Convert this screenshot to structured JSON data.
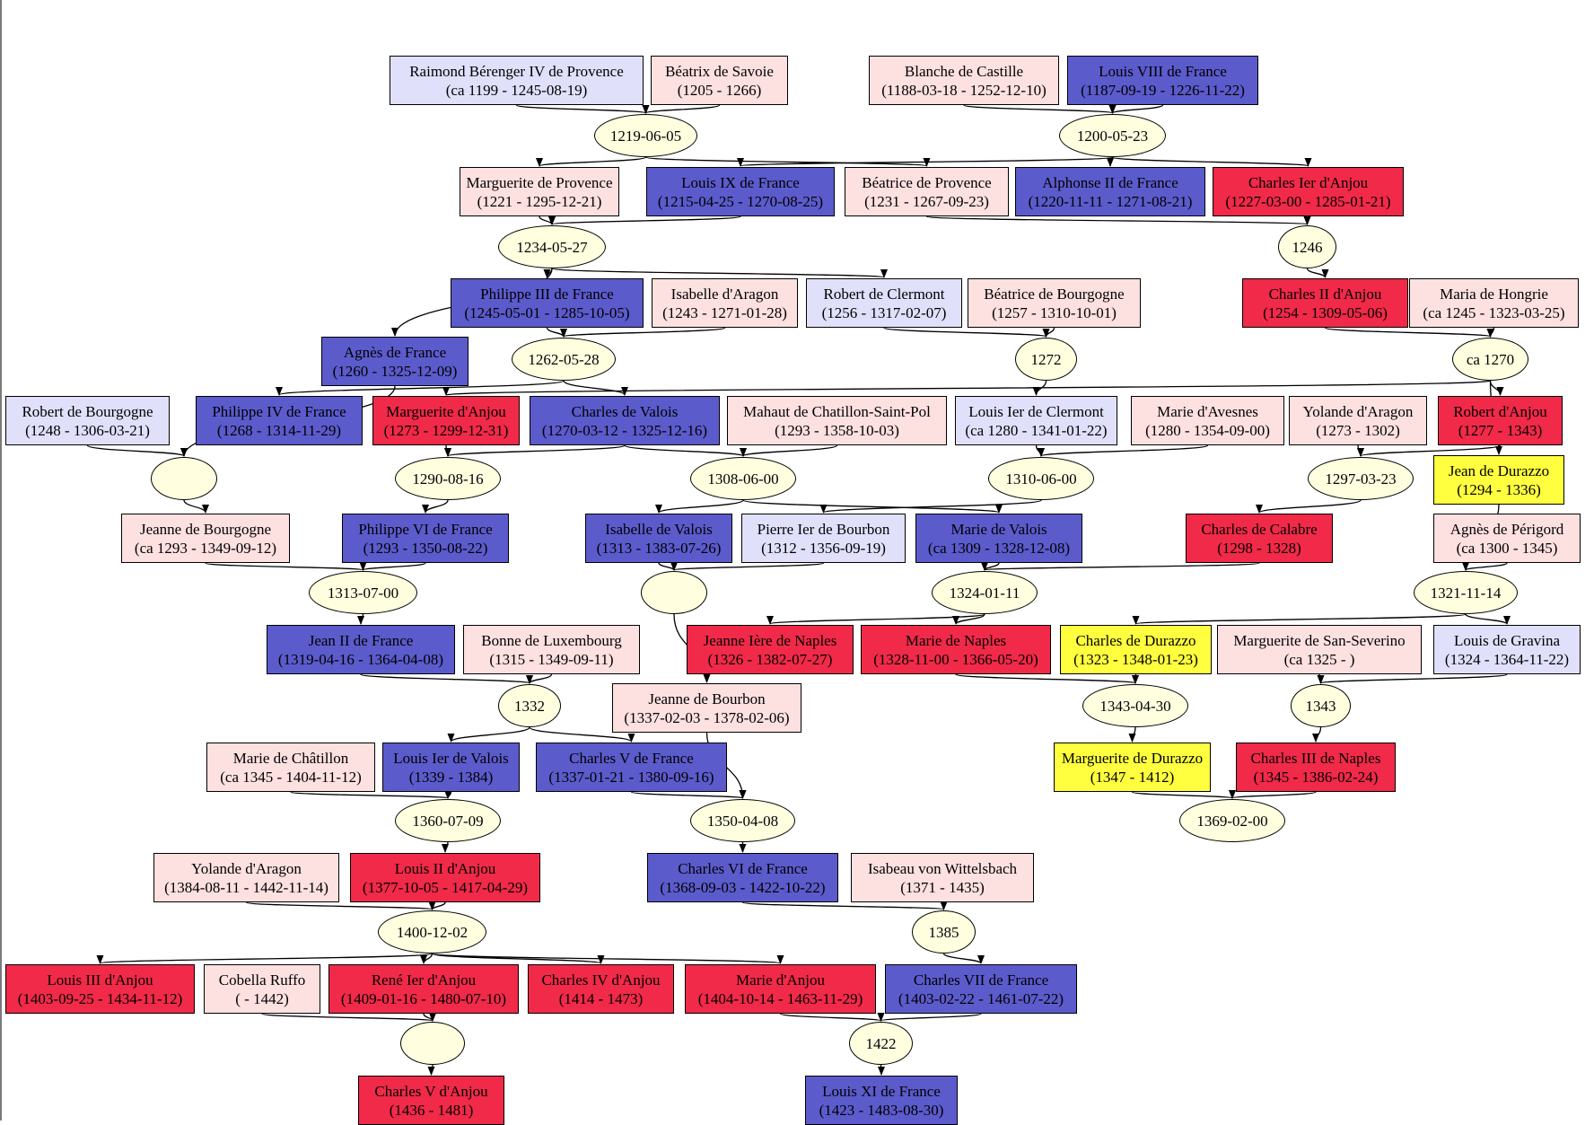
{
  "palette": {
    "male_blue": "#5b5bcc",
    "male_light": "#e0e0fb",
    "female_pink": "#fde0e0",
    "red": "#f02a48",
    "yellow": "#ffff40",
    "event_fill": "#ffffe0",
    "edge": "#000000"
  },
  "people": {
    "raimond": {
      "name": "Raimond Bérenger IV de Provence",
      "dates": "(ca  1199 - 1245-08-19)",
      "color": "male_light"
    },
    "beatrix": {
      "name": "Béatrix de Savoie",
      "dates": "(1205 - 1266)",
      "color": "female_pink"
    },
    "blanche": {
      "name": "Blanche de Castille",
      "dates": "(1188-03-18 - 1252-12-10)",
      "color": "female_pink"
    },
    "louis8": {
      "name": "Louis VIII de France",
      "dates": "(1187-09-19 - 1226-11-22)",
      "color": "male_blue"
    },
    "marguerite_prov": {
      "name": "Marguerite de Provence",
      "dates": "(1221 - 1295-12-21)",
      "color": "female_pink"
    },
    "louis9": {
      "name": "Louis IX de France",
      "dates": "(1215-04-25 - 1270-08-25)",
      "color": "male_blue"
    },
    "beatrice_prov": {
      "name": "Béatrice de Provence",
      "dates": "(1231 - 1267-09-23)",
      "color": "female_pink"
    },
    "alphonse2": {
      "name": "Alphonse II de France",
      "dates": "(1220-11-11 - 1271-08-21)",
      "color": "male_blue"
    },
    "charles1_anjou": {
      "name": "Charles Ier d'Anjou",
      "dates": "(1227-03-00 - 1285-01-21)",
      "color": "red"
    },
    "philippe3": {
      "name": "Philippe III de France",
      "dates": "(1245-05-01 - 1285-10-05)",
      "color": "male_blue"
    },
    "isabelle_aragon": {
      "name": "Isabelle d'Aragon",
      "dates": "(1243 - 1271-01-28)",
      "color": "female_pink"
    },
    "robert_clermont": {
      "name": "Robert de Clermont",
      "dates": "(1256 - 1317-02-07)",
      "color": "male_light"
    },
    "beatrice_bourgogne": {
      "name": "Béatrice de Bourgogne",
      "dates": "(1257 - 1310-10-01)",
      "color": "female_pink"
    },
    "charles2_anjou": {
      "name": "Charles II d'Anjou",
      "dates": "(1254 - 1309-05-06)",
      "color": "red"
    },
    "maria_hongrie": {
      "name": "Maria de Hongrie",
      "dates": "(ca 1245 - 1323-03-25)",
      "color": "female_pink"
    },
    "agnes_france": {
      "name": "Agnès de France",
      "dates": "(1260 - 1325-12-09)",
      "color": "male_blue"
    },
    "robert_bourgogne": {
      "name": "Robert de Bourgogne",
      "dates": "(1248 - 1306-03-21)",
      "color": "male_light"
    },
    "philippe4": {
      "name": "Philippe IV de France",
      "dates": "(1268 - 1314-11-29)",
      "color": "male_blue"
    },
    "marguerite_anjou": {
      "name": "Marguerite d'Anjou",
      "dates": "(1273 - 1299-12-31)",
      "color": "red"
    },
    "charles_valois": {
      "name": "Charles de Valois",
      "dates": "(1270-03-12 - 1325-12-16)",
      "color": "male_blue"
    },
    "mahaut": {
      "name": "Mahaut de Chatillon-Saint-Pol",
      "dates": "(1293 - 1358-10-03)",
      "color": "female_pink"
    },
    "louis1_clermont": {
      "name": "Louis Ier de Clermont",
      "dates": "(ca 1280 - 1341-01-22)",
      "color": "male_light"
    },
    "marie_avesnes": {
      "name": "Marie d'Avesnes",
      "dates": "(1280 - 1354-09-00)",
      "color": "female_pink"
    },
    "yolande_aragon_1": {
      "name": "Yolande d'Aragon",
      "dates": "(1273 - 1302)",
      "color": "female_pink"
    },
    "robert_anjou": {
      "name": "Robert d'Anjou",
      "dates": "(1277 - 1343)",
      "color": "red"
    },
    "jean_durazzo": {
      "name": "Jean de Durazzo",
      "dates": "(1294 - 1336)",
      "color": "yellow"
    },
    "jeanne_bourgogne": {
      "name": "Jeanne de Bourgogne",
      "dates": "(ca 1293 - 1349-09-12)",
      "color": "female_pink"
    },
    "philippe6": {
      "name": "Philippe VI de France",
      "dates": "(1293 - 1350-08-22)",
      "color": "male_blue"
    },
    "isabelle_valois": {
      "name": "Isabelle de Valois",
      "dates": "(1313 - 1383-07-26)",
      "color": "male_blue"
    },
    "pierre_bourbon": {
      "name": "Pierre Ier de Bourbon",
      "dates": "(1312 - 1356-09-19)",
      "color": "male_light"
    },
    "marie_valois": {
      "name": "Marie de Valois",
      "dates": "(ca 1309 - 1328-12-08)",
      "color": "male_blue"
    },
    "charles_calabre": {
      "name": "Charles de Calabre",
      "dates": "(1298 - 1328)",
      "color": "red"
    },
    "agnes_perigord": {
      "name": "Agnès de Périgord",
      "dates": "(ca 1300 - 1345)",
      "color": "female_pink"
    },
    "jean2": {
      "name": "Jean II de France",
      "dates": "(1319-04-16 - 1364-04-08)",
      "color": "male_blue"
    },
    "bonne_lux": {
      "name": "Bonne de Luxembourg",
      "dates": "(1315 - 1349-09-11)",
      "color": "female_pink"
    },
    "jeanne1_naples": {
      "name": "Jeanne Ière de Naples",
      "dates": "(1326 - 1382-07-27)",
      "color": "red"
    },
    "marie_naples": {
      "name": "Marie de Naples",
      "dates": "(1328-11-00 - 1366-05-20)",
      "color": "red"
    },
    "charles_durazzo": {
      "name": "Charles de Durazzo",
      "dates": "(1323 - 1348-01-23)",
      "color": "yellow"
    },
    "marguerite_sanseverino": {
      "name": "Marguerite de San-Severino",
      "dates": "(ca 1325 - )",
      "color": "female_pink"
    },
    "louis_gravina": {
      "name": "Louis de Gravina",
      "dates": "(1324 - 1364-11-22)",
      "color": "male_light"
    },
    "jeanne_bourbon": {
      "name": "Jeanne de Bourbon",
      "dates": "(1337-02-03 - 1378-02-06)",
      "color": "female_pink"
    },
    "marie_chatillon": {
      "name": "Marie de Châtillon",
      "dates": "(ca 1345 - 1404-11-12)",
      "color": "female_pink"
    },
    "louis1_valois": {
      "name": "Louis Ier de Valois",
      "dates": "(1339 - 1384)",
      "color": "male_blue"
    },
    "charles5_france": {
      "name": "Charles V de France",
      "dates": "(1337-01-21 - 1380-09-16)",
      "color": "male_blue"
    },
    "marguerite_durazzo": {
      "name": "Marguerite de Durazzo",
      "dates": "(1347 - 1412)",
      "color": "yellow"
    },
    "charles3_naples": {
      "name": "Charles III de Naples",
      "dates": "(1345 - 1386-02-24)",
      "color": "red"
    },
    "yolande_aragon_2": {
      "name": "Yolande d'Aragon",
      "dates": "(1384-08-11 - 1442-11-14)",
      "color": "female_pink"
    },
    "louis2_anjou": {
      "name": "Louis II d'Anjou",
      "dates": "(1377-10-05 - 1417-04-29)",
      "color": "red"
    },
    "charles6": {
      "name": "Charles VI de France",
      "dates": "(1368-09-03 - 1422-10-22)",
      "color": "male_blue"
    },
    "isabeau": {
      "name": "Isabeau von Wittelsbach",
      "dates": "(1371 - 1435)",
      "color": "female_pink"
    },
    "louis3_anjou": {
      "name": "Louis III d'Anjou",
      "dates": "(1403-09-25 - 1434-11-12)",
      "color": "red"
    },
    "cobella": {
      "name": "Cobella Ruffo",
      "dates": "( - 1442)",
      "color": "female_pink"
    },
    "rene1_anjou": {
      "name": "René Ier d'Anjou",
      "dates": "(1409-01-16 - 1480-07-10)",
      "color": "red"
    },
    "charles4_anjou": {
      "name": "Charles IV d'Anjou",
      "dates": "(1414 - 1473)",
      "color": "red"
    },
    "marie_anjou": {
      "name": "Marie d'Anjou",
      "dates": "(1404-10-14 - 1463-11-29)",
      "color": "red"
    },
    "charles7": {
      "name": "Charles VII de France",
      "dates": "(1403-02-22 - 1461-07-22)",
      "color": "male_blue"
    },
    "charles5_anjou": {
      "name": "Charles V d'Anjou",
      "dates": "(1436 - 1481)",
      "color": "red"
    },
    "louis11": {
      "name": "Louis XI de France",
      "dates": "(1423 - 1483-08-30)",
      "color": "male_blue"
    }
  },
  "events": {
    "e1219": "1219-06-05",
    "e1200": "1200-05-23",
    "e1234": "1234-05-27",
    "e1246": "1246",
    "e1262": "1262-05-28",
    "e1272": "1272",
    "eca1270": "ca 1270",
    "eblank1": "",
    "e1290": "1290-08-16",
    "e1308": "1308-06-00",
    "e1310": "1310-06-00",
    "e1297": "1297-03-23",
    "e1313": "1313-07-00",
    "eblank2": "",
    "e1324": "1324-01-11",
    "e1321": "1321-11-14",
    "e1332": "1332",
    "e1343_04": "1343-04-30",
    "e1343": "1343",
    "e1360": "1360-07-09",
    "e1350": "1350-04-08",
    "e1369": "1369-02-00",
    "e1400": "1400-12-02",
    "e1385": "1385",
    "eblank3": "",
    "e1422": "1422"
  },
  "links": [
    [
      "raimond",
      "e1219"
    ],
    [
      "beatrix",
      "e1219"
    ],
    [
      "e1219",
      "marguerite_prov"
    ],
    [
      "e1219",
      "beatrice_prov"
    ],
    [
      "blanche",
      "e1200"
    ],
    [
      "louis8",
      "e1200"
    ],
    [
      "e1200",
      "louis9"
    ],
    [
      "e1200",
      "alphonse2"
    ],
    [
      "e1200",
      "charles1_anjou"
    ],
    [
      "marguerite_prov",
      "e1234"
    ],
    [
      "louis9",
      "e1234"
    ],
    [
      "e1234",
      "agnes_france"
    ],
    [
      "e1234",
      "philippe3"
    ],
    [
      "e1234",
      "robert_clermont"
    ],
    [
      "beatrice_prov",
      "e1246"
    ],
    [
      "charles1_anjou",
      "e1246"
    ],
    [
      "e1246",
      "charles2_anjou"
    ],
    [
      "philippe3",
      "e1262"
    ],
    [
      "isabelle_aragon",
      "e1262"
    ],
    [
      "e1262",
      "philippe4"
    ],
    [
      "e1262",
      "charles_valois"
    ],
    [
      "robert_clermont",
      "e1272"
    ],
    [
      "beatrice_bourgogne",
      "e1272"
    ],
    [
      "e1272",
      "louis1_clermont"
    ],
    [
      "charles2_anjou",
      "eca1270"
    ],
    [
      "maria_hongrie",
      "eca1270"
    ],
    [
      "eca1270",
      "marguerite_anjou"
    ],
    [
      "eca1270",
      "robert_anjou"
    ],
    [
      "eca1270",
      "jean_durazzo"
    ],
    [
      "agnes_france",
      "eblank1"
    ],
    [
      "robert_bourgogne",
      "eblank1"
    ],
    [
      "eblank1",
      "jeanne_bourgogne"
    ],
    [
      "marguerite_anjou",
      "e1290"
    ],
    [
      "charles_valois",
      "e1290"
    ],
    [
      "e1290",
      "philippe6"
    ],
    [
      "charles_valois",
      "e1308"
    ],
    [
      "mahaut",
      "e1308"
    ],
    [
      "e1308",
      "isabelle_valois"
    ],
    [
      "e1308",
      "marie_valois"
    ],
    [
      "louis1_clermont",
      "e1310"
    ],
    [
      "marie_avesnes",
      "e1310"
    ],
    [
      "e1310",
      "pierre_bourbon"
    ],
    [
      "yolande_aragon_1",
      "e1297"
    ],
    [
      "robert_anjou",
      "e1297"
    ],
    [
      "e1297",
      "charles_calabre"
    ],
    [
      "jeanne_bourgogne",
      "e1313"
    ],
    [
      "philippe6",
      "e1313"
    ],
    [
      "e1313",
      "jean2"
    ],
    [
      "isabelle_valois",
      "eblank2"
    ],
    [
      "pierre_bourbon",
      "eblank2"
    ],
    [
      "eblank2",
      "jeanne_bourbon"
    ],
    [
      "marie_valois",
      "e1324"
    ],
    [
      "charles_calabre",
      "e1324"
    ],
    [
      "e1324",
      "jeanne1_naples"
    ],
    [
      "e1324",
      "marie_naples"
    ],
    [
      "jean_durazzo",
      "e1321"
    ],
    [
      "agnes_perigord",
      "e1321"
    ],
    [
      "e1321",
      "charles_durazzo"
    ],
    [
      "e1321",
      "louis_gravina"
    ],
    [
      "jean2",
      "e1332"
    ],
    [
      "bonne_lux",
      "e1332"
    ],
    [
      "e1332",
      "louis1_valois"
    ],
    [
      "e1332",
      "charles5_france"
    ],
    [
      "marie_naples",
      "e1343_04"
    ],
    [
      "charles_durazzo",
      "e1343_04"
    ],
    [
      "e1343_04",
      "marguerite_durazzo"
    ],
    [
      "marguerite_sanseverino",
      "e1343"
    ],
    [
      "louis_gravina",
      "e1343"
    ],
    [
      "e1343",
      "charles3_naples"
    ],
    [
      "marie_chatillon",
      "e1360"
    ],
    [
      "louis1_valois",
      "e1360"
    ],
    [
      "e1360",
      "louis2_anjou"
    ],
    [
      "charles5_france",
      "e1350"
    ],
    [
      "jeanne_bourbon",
      "e1350"
    ],
    [
      "e1350",
      "charles6"
    ],
    [
      "marguerite_durazzo",
      "e1369"
    ],
    [
      "charles3_naples",
      "e1369"
    ],
    [
      "yolande_aragon_2",
      "e1400"
    ],
    [
      "louis2_anjou",
      "e1400"
    ],
    [
      "e1400",
      "louis3_anjou"
    ],
    [
      "e1400",
      "rene1_anjou"
    ],
    [
      "e1400",
      "charles4_anjou"
    ],
    [
      "e1400",
      "marie_anjou"
    ],
    [
      "charles6",
      "e1385"
    ],
    [
      "isabeau",
      "e1385"
    ],
    [
      "e1385",
      "charles7"
    ],
    [
      "rene1_anjou",
      "eblank3"
    ],
    [
      "cobella",
      "eblank3"
    ],
    [
      "eblank3",
      "charles5_anjou"
    ],
    [
      "marie_anjou",
      "e1422"
    ],
    [
      "charles7",
      "e1422"
    ],
    [
      "e1422",
      "louis11"
    ]
  ]
}
